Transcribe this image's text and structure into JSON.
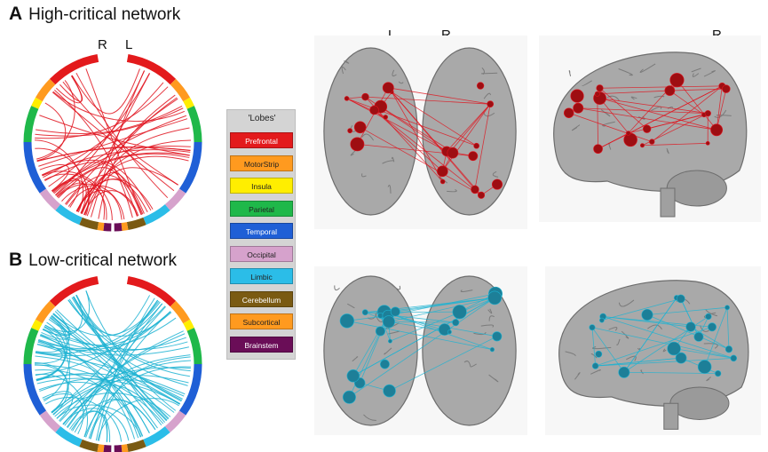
{
  "panelA": {
    "letter": "A",
    "title": "High-critical network"
  },
  "panelB": {
    "letter": "B",
    "title": "Low-critical network"
  },
  "hemispheres": {
    "right": "R",
    "left": "L"
  },
  "legend": {
    "title": "'Lobes'",
    "items": [
      {
        "label": "Prefrontal",
        "color": "#e31a1c",
        "text": "#ffffff"
      },
      {
        "label": "MotorStrip",
        "color": "#ff9a1f",
        "text": "#222222"
      },
      {
        "label": "Insula",
        "color": "#ffee00",
        "text": "#222222"
      },
      {
        "label": "Parietal",
        "color": "#1fb84a",
        "text": "#222222"
      },
      {
        "label": "Temporal",
        "color": "#1f5fd6",
        "text": "#ffffff"
      },
      {
        "label": "Occipital",
        "color": "#d6a2cc",
        "text": "#222222"
      },
      {
        "label": "Limbic",
        "color": "#2bbde8",
        "text": "#222222"
      },
      {
        "label": "Cerebellum",
        "color": "#7a5a12",
        "text": "#ffffff"
      },
      {
        "label": "Subcortical",
        "color": "#ff9a1f",
        "text": "#222222"
      },
      {
        "label": "Brainstem",
        "color": "#6a0d57",
        "text": "#ffffff"
      }
    ]
  },
  "colors": {
    "high": "#e0141e",
    "high_node": "#9e0e12",
    "low": "#1eb3d2",
    "low_node": "#1d7f98"
  }
}
